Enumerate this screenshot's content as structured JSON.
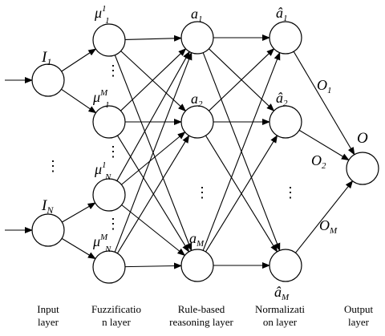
{
  "colors": {
    "stroke": "#000000",
    "background": "#ffffff"
  },
  "nodes": {
    "input_1": {
      "base": "I",
      "sub": "1"
    },
    "input_n": {
      "base": "I",
      "sub": "N"
    },
    "fuzz_1_1": {
      "base": "μ",
      "sup": "1",
      "sub": "1"
    },
    "fuzz_m_1": {
      "base": "μ",
      "sup": "M",
      "sub": "1"
    },
    "fuzz_1_n": {
      "base": "μ",
      "sup": "1",
      "sub": "N"
    },
    "fuzz_m_n": {
      "base": "μ",
      "sup": "M",
      "sub": "N"
    },
    "rule_1": {
      "base": "a",
      "sub": "1"
    },
    "rule_2": {
      "base": "a",
      "sub": "2"
    },
    "rule_m": {
      "base": "a",
      "sub": "M"
    },
    "norm_1": {
      "base": "â",
      "sub": "1"
    },
    "norm_2": {
      "base": "â",
      "sub": "2"
    },
    "norm_m": {
      "base": "â",
      "sub": "M"
    },
    "output": {
      "base": "O"
    }
  },
  "edge_labels": {
    "o1": {
      "base": "O",
      "sub": "1"
    },
    "o2": {
      "base": "O",
      "sub": "2"
    },
    "om": {
      "base": "O",
      "sub": "M"
    }
  },
  "ellipsis": "⋮",
  "layers": {
    "input": [
      "Input",
      "layer"
    ],
    "fuzzification": [
      "Fuzzificatio",
      "n layer"
    ],
    "rule": [
      "Rule-based",
      "reasoning layer"
    ],
    "normalization": [
      "Normalizati",
      "on layer"
    ],
    "output": [
      "Output",
      "layer"
    ]
  }
}
